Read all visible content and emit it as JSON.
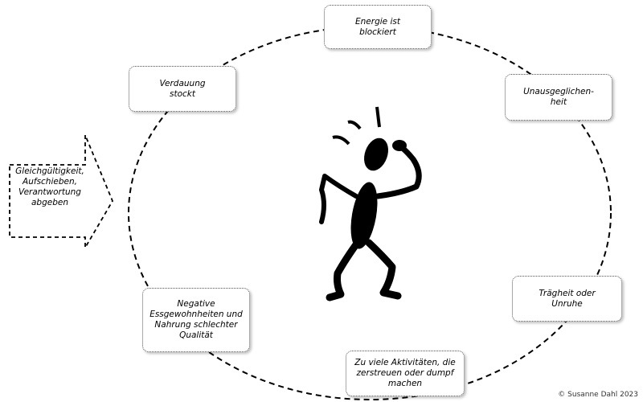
{
  "cycle_steps": [
    {
      "id": "energie",
      "text": "Energie ist\nblockiert"
    },
    {
      "id": "unausgeglichen",
      "text": "Unausgeglichen-\nheit"
    },
    {
      "id": "traegheit",
      "text": "Trägheit oder\nUnruhe"
    },
    {
      "id": "aktivitaeten",
      "text": "Zu viele Aktivitäten, die\nzerstreuen oder dumpf\nmachen"
    },
    {
      "id": "ess",
      "text": "Negative\nEssgewohnheiten und\nNahrung schlechter\nQualität"
    },
    {
      "id": "verdauung",
      "text": "Verdauung\nstockt"
    }
  ],
  "input_arrow": {
    "text": "Gleichgültigkeit,\nAufschieben,\nVerantwortung\nabgeben"
  },
  "figure_icon": "confused-stick-figure-icon",
  "copyright": "© Susanne Dahl 2023",
  "colors": {
    "line": "#000000",
    "box_border": "#555555",
    "background": "#ffffff"
  }
}
